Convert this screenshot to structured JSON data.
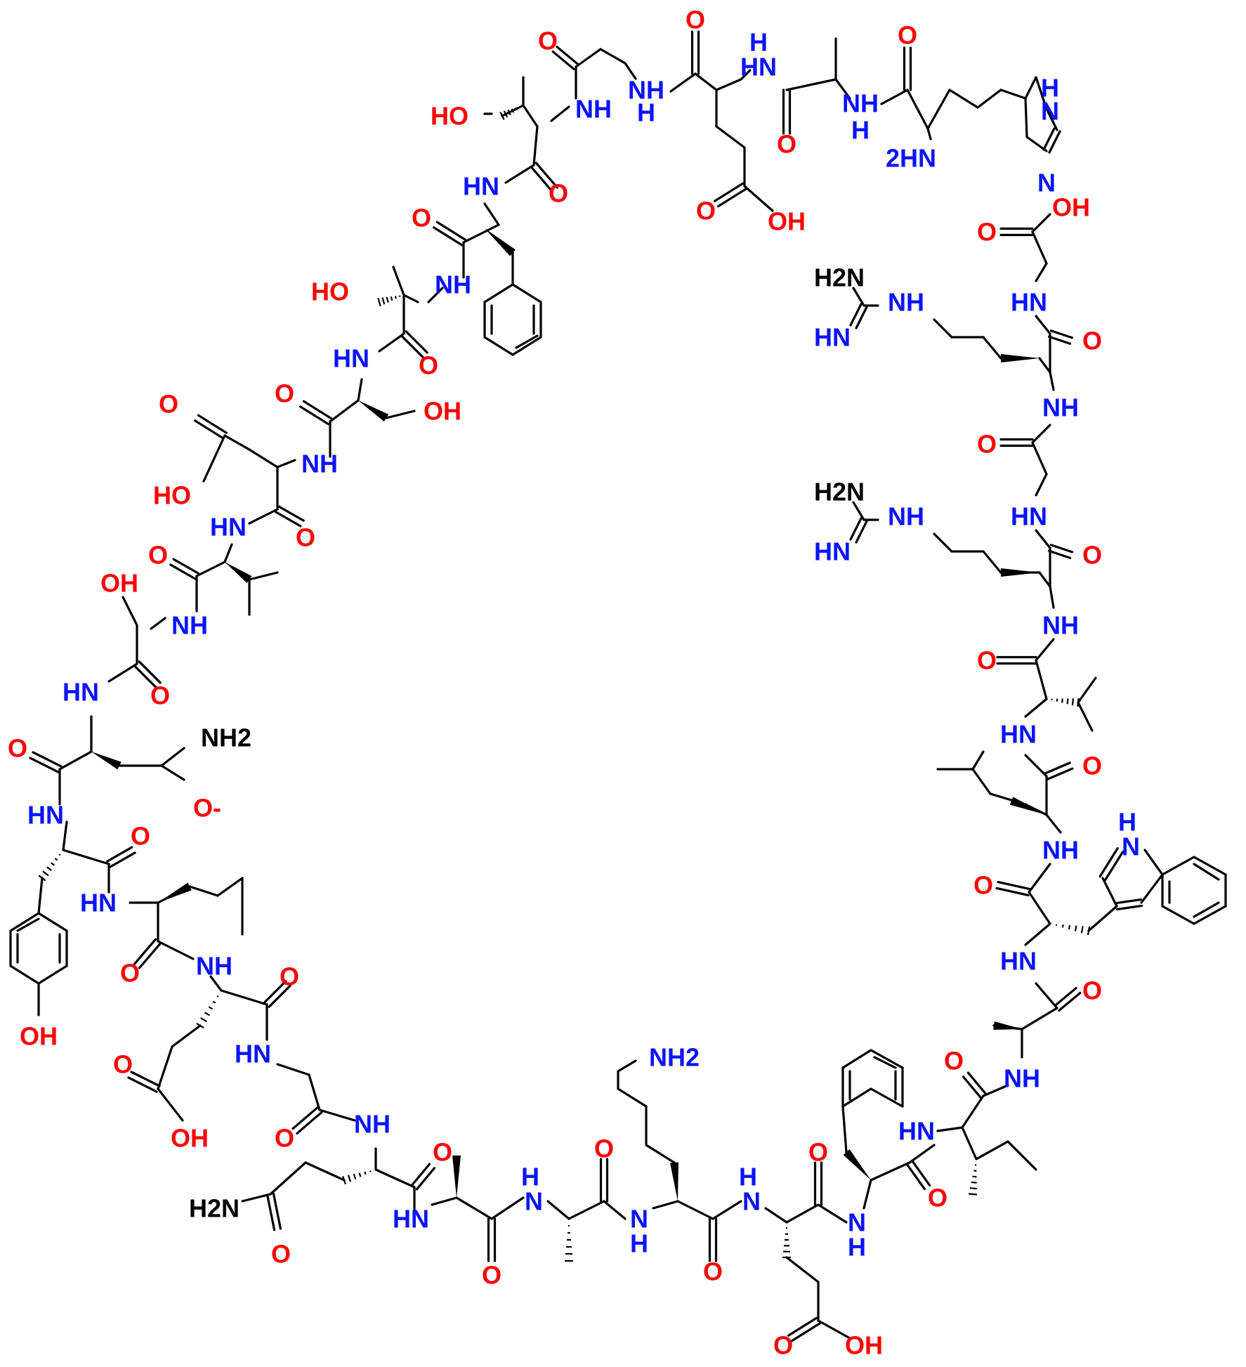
{
  "colors": {
    "bond": "#000000",
    "nitrogen": "#0a13ff",
    "oxygen": "#ff0000"
  },
  "labels": {
    "O": "O",
    "OH": "OH",
    "HO": "HO",
    "NH": "NH",
    "HN": "HN",
    "N": "N",
    "H": "H",
    "NH2": "NH2",
    "H2N_amine": "2HN",
    "O_minus": "O-",
    "H2N": "H2N",
    "HN_imine": "HN",
    "NH2_sub": "NH2"
  }
}
